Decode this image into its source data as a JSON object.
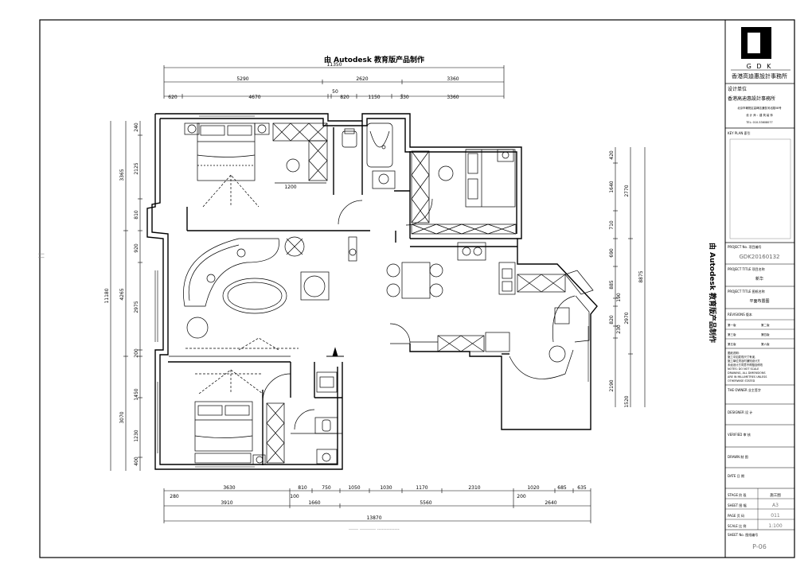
{
  "watermark": {
    "top": "由 Autodesk 教育版产品制作",
    "side": "由 Autodesk 教育版产品制作"
  },
  "dims": {
    "top_total": "11350",
    "top_row1": [
      "5290",
      "2620",
      "3360"
    ],
    "top_row2": [
      "620",
      "4670",
      "50",
      "820",
      "1150",
      "330",
      "3360"
    ],
    "left_total": "11180",
    "left_row1": [
      "3365",
      "4265",
      "3070"
    ],
    "left_row2": [
      "240",
      "2125",
      "810",
      "920",
      "2975",
      "200",
      "1450",
      "1230",
      "400"
    ],
    "right_total": "8875",
    "right_row1": [
      "2770",
      "2970",
      "1520"
    ],
    "right_row2": [
      "420",
      "1640",
      "710",
      "690",
      "885",
      "190",
      "820",
      "230",
      "2190"
    ],
    "bottom_row1": [
      "3630",
      "810",
      "750",
      "1050",
      "1030",
      "1170",
      "2310",
      "1020",
      "685",
      "635"
    ],
    "bottom_small": [
      "280",
      "100",
      "200"
    ],
    "bottom_row2": [
      "3910",
      "1660",
      "5560",
      "2640"
    ],
    "bottom_total": "13870",
    "room_label": "1200"
  },
  "title_block": {
    "logo_letters": "G D K",
    "firm_name": "香港高迪惠設計事務所",
    "design_unit_label": "设计单位",
    "design_unit_name": "香港高迪惠設計事務所",
    "address_line1": "北京市朝阳区高碑店通惠河北路58号",
    "address_line2": "设 计 师 ：建 筑 装 饰",
    "address_line3": "TEL: 010-53608077",
    "key_plan_label": "KEY PLAN  索引",
    "project_no_label": "PROJECT No.  项目编号",
    "project_no_value": "GDK20160132",
    "project_title_label": "PROJECT TITLE  项目名称",
    "project_title_value": "新华",
    "project_title2_label": "PROJECT TITLE  图纸名称",
    "project_title2_value": "平面布置图",
    "revisions_label": "REVISIONS  版本",
    "revisions": [
      {
        "left": "第一版",
        "right": "第二版"
      },
      {
        "left": "第三版",
        "right": "第四版"
      },
      {
        "left": "第五版",
        "right": "第六版"
      }
    ],
    "notes": [
      "图纸说明:",
      "施工中如发现尺寸有误,",
      "施工单位须及时通知设计方",
      "未经设计方同意不得擅自修改",
      "NOTES: DO NOT SCALE",
      "DRAWING, ALL DIMENSIONS",
      "ARE IN MILLIMETRES UNLESS",
      "OTHERWISE STATED"
    ],
    "owner_label": "THE OWNER  业主签字",
    "designer_label": "DESIGNER  设 计",
    "verified_label": "VERIFIED  审 核",
    "drawn_label": "DRAWN  制 图",
    "date_label": "DATE  日 期",
    "stage_label": "STAGE  阶 段",
    "stage_value": "施工图",
    "sheet_label": "SHEET  图 幅",
    "sheet_value": "A3",
    "page_label": "PAGE  页 码",
    "page_value": "011",
    "scale_label": "SCALE  比 例",
    "scale_value": "1:100",
    "sheet_no_label": "SHEET No.  图纸编号",
    "sheet_no_value": "P-06"
  }
}
